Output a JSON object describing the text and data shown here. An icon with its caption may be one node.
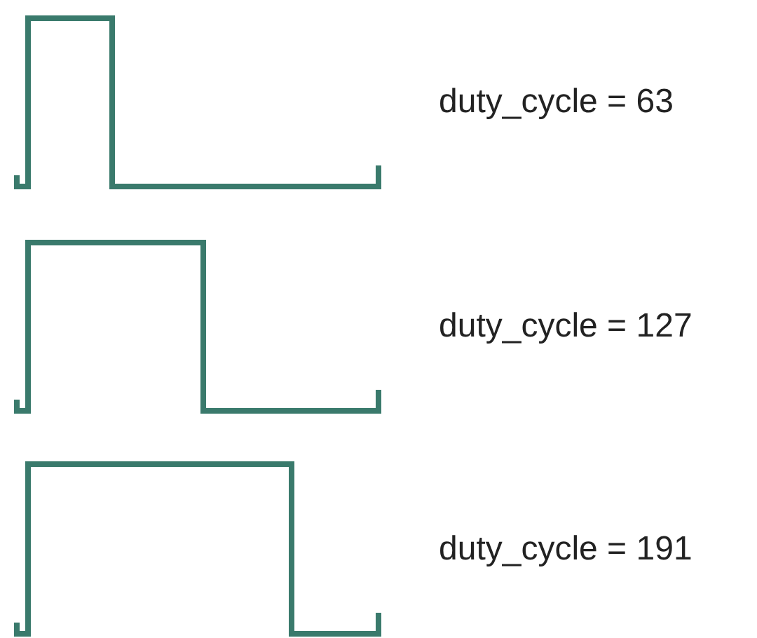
{
  "diagram": {
    "labels": [
      "duty_cycle = 63",
      "duty_cycle = 127",
      "duty_cycle = 191"
    ]
  }
}
